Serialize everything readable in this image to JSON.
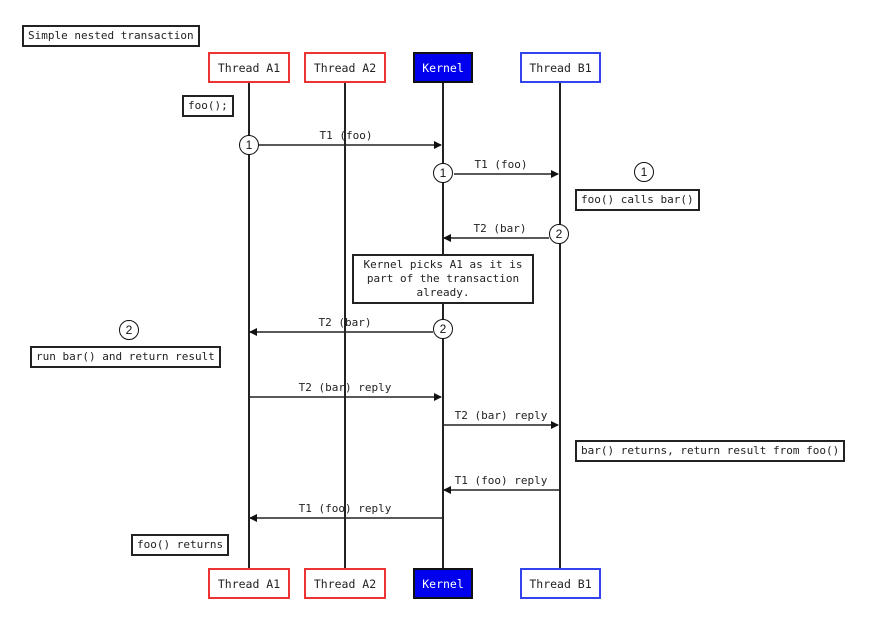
{
  "title": "Simple nested transaction",
  "colors": {
    "thread_a_border": "#ee3333",
    "thread_b_border": "#3344ee",
    "kernel_fill": "#0000ee",
    "kernel_text": "#ffffff",
    "line": "#222222"
  },
  "actors": [
    {
      "id": "a1",
      "label": "Thread A1",
      "style": "red"
    },
    {
      "id": "a2",
      "label": "Thread A2",
      "style": "red"
    },
    {
      "id": "kernel",
      "label": "Kernel",
      "style": "kernel"
    },
    {
      "id": "b1",
      "label": "Thread B1",
      "style": "blue"
    }
  ],
  "messages": [
    {
      "from": "a1",
      "to": "kernel",
      "label": "T1 (foo)",
      "step": "1"
    },
    {
      "from": "kernel",
      "to": "b1",
      "label": "T1 (foo)",
      "step": "1"
    },
    {
      "from": "b1",
      "to": "kernel",
      "label": "T2 (bar)",
      "step": "2"
    },
    {
      "from": "kernel",
      "to": "a1",
      "label": "T2 (bar)",
      "step": "2"
    },
    {
      "from": "a1",
      "to": "kernel",
      "label": "T2 (bar) reply"
    },
    {
      "from": "kernel",
      "to": "b1",
      "label": "T2 (bar) reply"
    },
    {
      "from": "b1",
      "to": "kernel",
      "label": "T1 (foo) reply"
    },
    {
      "from": "kernel",
      "to": "a1",
      "label": "T1 (foo) reply"
    }
  ],
  "notes": {
    "foo_call": "foo();",
    "foo_calls_bar": "foo() calls bar()",
    "kernel_picks": "Kernel picks A1 as it is part of the transaction already.",
    "run_bar": "run bar() and return result",
    "bar_returns": "bar() returns, return result from foo()",
    "foo_returns": "foo() returns"
  },
  "note_badges": {
    "foo_calls_bar": "1",
    "run_bar": "2"
  }
}
